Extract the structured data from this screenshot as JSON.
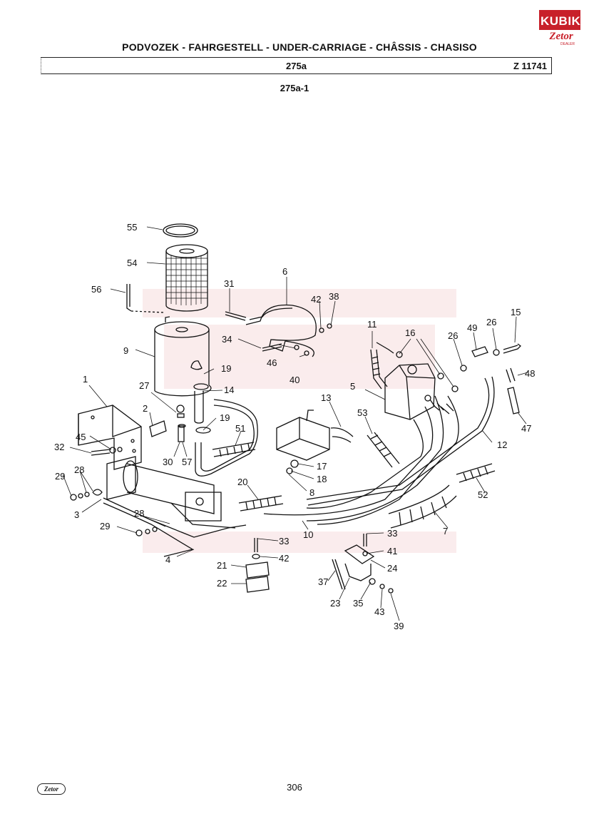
{
  "header": {
    "title": "PODVOZEK - FAHRGESTELL - UNDER-CARRIAGE - CHÂSSIS - CHASISO",
    "sheet": "275a",
    "code": "Z 11741",
    "subtitle": "275a-1"
  },
  "logo": {
    "brand": "KUBIK",
    "maker": "Zetor",
    "tag": "DEALER"
  },
  "part_numbers": [
    "55",
    "54",
    "56",
    "31",
    "6",
    "42",
    "38",
    "34",
    "46",
    "40",
    "9",
    "19",
    "27",
    "14",
    "2",
    "1",
    "45",
    "32",
    "30",
    "57",
    "19",
    "51",
    "13",
    "11",
    "16",
    "26",
    "49",
    "26",
    "15",
    "48",
    "5",
    "53",
    "47",
    "12",
    "17",
    "18",
    "8",
    "20",
    "29",
    "28",
    "3",
    "28",
    "29",
    "4",
    "33",
    "42",
    "10",
    "21",
    "22",
    "52",
    "7",
    "33",
    "41",
    "24",
    "37",
    "23",
    "35",
    "43",
    "39"
  ],
  "footer": {
    "page_number": "306",
    "logo_text": "Zetor"
  },
  "colors": {
    "ink": "#111111",
    "brand_red": "#c8202a",
    "watermark": "#f2c9cb"
  }
}
